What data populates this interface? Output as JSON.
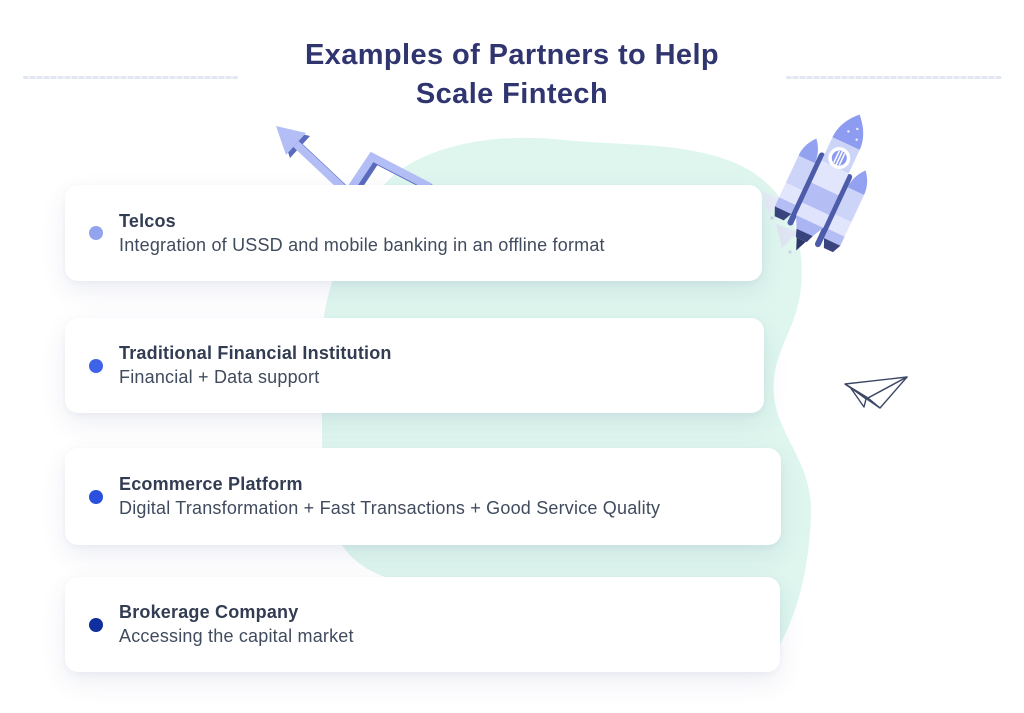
{
  "header": {
    "title_line1": "Examples of Partners to Help",
    "title_line2": "Scale Fintech"
  },
  "cards": [
    {
      "title": "Telcos",
      "description": "Integration of USSD and mobile banking in an offline format",
      "bullet_color": "#93a4ee"
    },
    {
      "title": "Traditional Financial Institution",
      "description": "Financial + Data support",
      "bullet_color": "#3f63e8"
    },
    {
      "title": "Ecommerce Platform",
      "description": "Digital Transformation + Fast Transactions + Good Service Quality",
      "bullet_color": "#2a50dd"
    },
    {
      "title": "Brokerage Company",
      "description": "Accessing the capital market",
      "bullet_color": "#0e2f9d"
    }
  ],
  "decorations": {
    "icons": [
      "growth-arrow-icon",
      "rocket-icon",
      "paper-plane-icon",
      "blob-background"
    ],
    "blob_color": "#def6ee",
    "arrow_light_color": "#b2bef5",
    "arrow_dark_color": "#5a6abc",
    "rocket_body_color": "#ccd4f8",
    "rocket_accent_color": "#8d9bf0",
    "rocket_dark_color": "#4d5ca9",
    "paper_plane_stroke": "#3c4766"
  },
  "colors": {
    "background": "#ffffff",
    "title_text": "#30356f",
    "card_title_text": "#323c52",
    "card_description_text": "#414b5e",
    "divider": "#e3e7f2"
  }
}
